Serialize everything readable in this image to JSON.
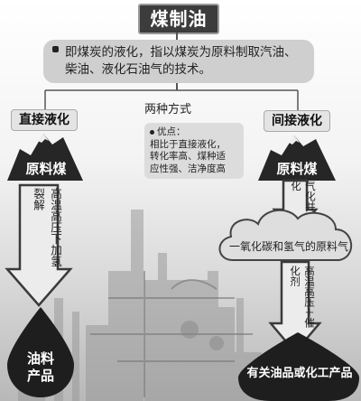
{
  "title": "煤制油",
  "description_lines": [
    "即煤炭的液化，指以煤炭为原料制取汽油、",
    "柴油、液化石油气的技术。"
  ],
  "methods_label": "两种方式",
  "direct": {
    "heading": "直接液化",
    "raw_material": "原料煤",
    "process": "高温高压下加氢裂解",
    "product_lines": [
      "油料",
      "产品"
    ]
  },
  "advantages": {
    "lines": [
      "优点：",
      "相比于直接液化，",
      "转化率高、煤种适",
      "应性强、洁净度高"
    ]
  },
  "indirect": {
    "heading": "间接液化",
    "raw_material": "原料煤",
    "step1": "气化并净化",
    "intermediate": "一氧化碳和氢气的原料气",
    "step2": "高温高压＋催化剂",
    "product": "有关油品或化工产品"
  },
  "colors": {
    "dark": "#2e2e2e",
    "box": "#cfcfcf",
    "arrow": "#4a4a4a"
  }
}
